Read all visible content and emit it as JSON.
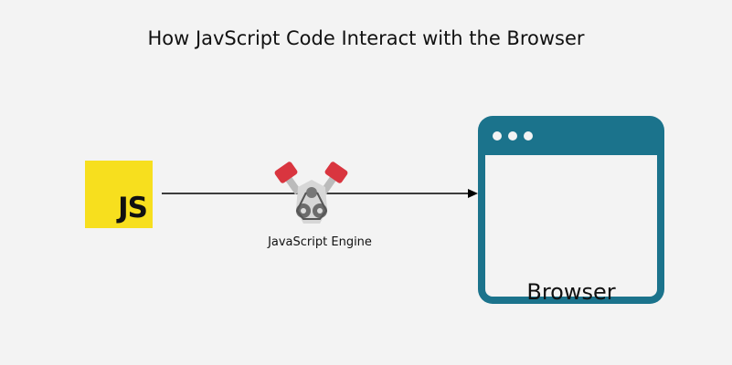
{
  "title": "How JavScript Code Interact with the Browser",
  "js_logo": {
    "text": "JS",
    "color": "#f7df1e"
  },
  "engine": {
    "label": "JavaScript Engine",
    "icon": "engine-icon"
  },
  "browser": {
    "label": "Browser",
    "icon": "browser-window-icon",
    "color": "#1b738c"
  }
}
